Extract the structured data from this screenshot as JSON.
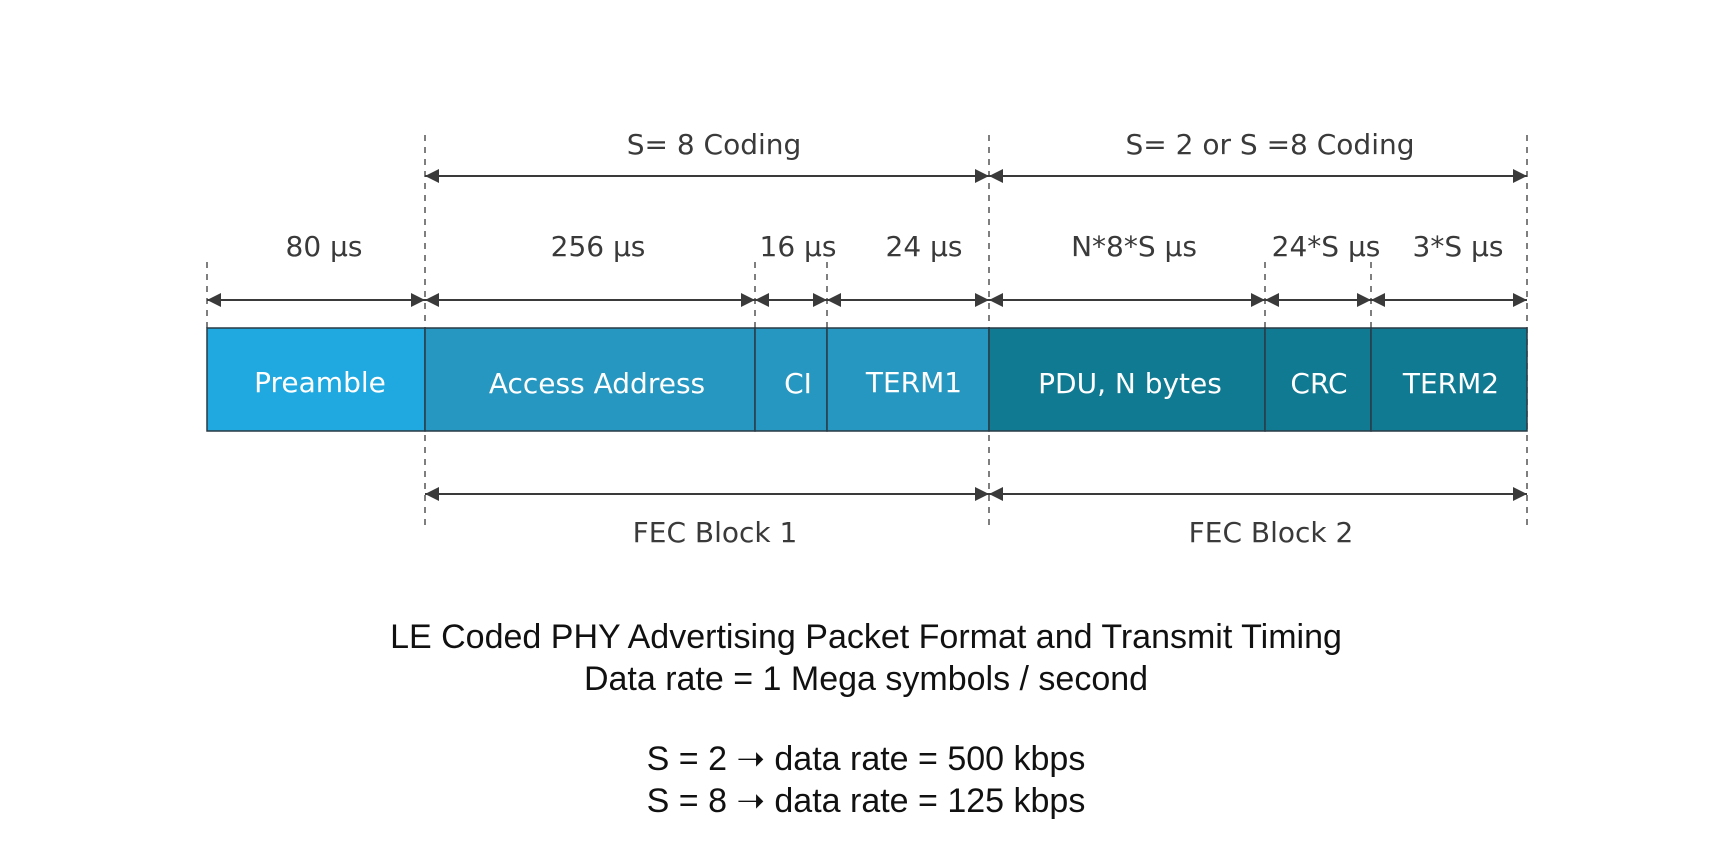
{
  "colors": {
    "preamble": "#1fa9e0",
    "block1": "#2597c0",
    "block2": "#0f7a92",
    "stroke": "#2a3a44",
    "text_dark": "#3a3a3a",
    "text_light": "#ffffff"
  },
  "segments": [
    {
      "label": "Preamble",
      "duration": "80 µs",
      "group": "preamble"
    },
    {
      "label": "Access Address",
      "duration": "256 µs",
      "group": "block1"
    },
    {
      "label": "CI",
      "duration": "16 µs",
      "group": "block1"
    },
    {
      "label": "TERM1",
      "duration": "24 µs",
      "group": "block1"
    },
    {
      "label": "PDU, N bytes",
      "duration": "N*8*S µs",
      "group": "block2"
    },
    {
      "label": "CRC",
      "duration": "24*S µs",
      "group": "block2"
    },
    {
      "label": "TERM2",
      "duration": "3*S µs",
      "group": "block2"
    }
  ],
  "coding": {
    "block1": "S= 8 Coding",
    "block2": "S= 2 or S =8 Coding"
  },
  "fec": {
    "block1": "FEC Block 1",
    "block2": "FEC Block 2"
  },
  "caption": {
    "line1": "LE Coded PHY Advertising Packet Format and Transmit Timing",
    "line2": "Data rate = 1 Mega symbols / second",
    "line3": "S = 2 ➝ data rate = 500 kbps",
    "line4": "S = 8 ➝ data rate = 125 kbps"
  }
}
